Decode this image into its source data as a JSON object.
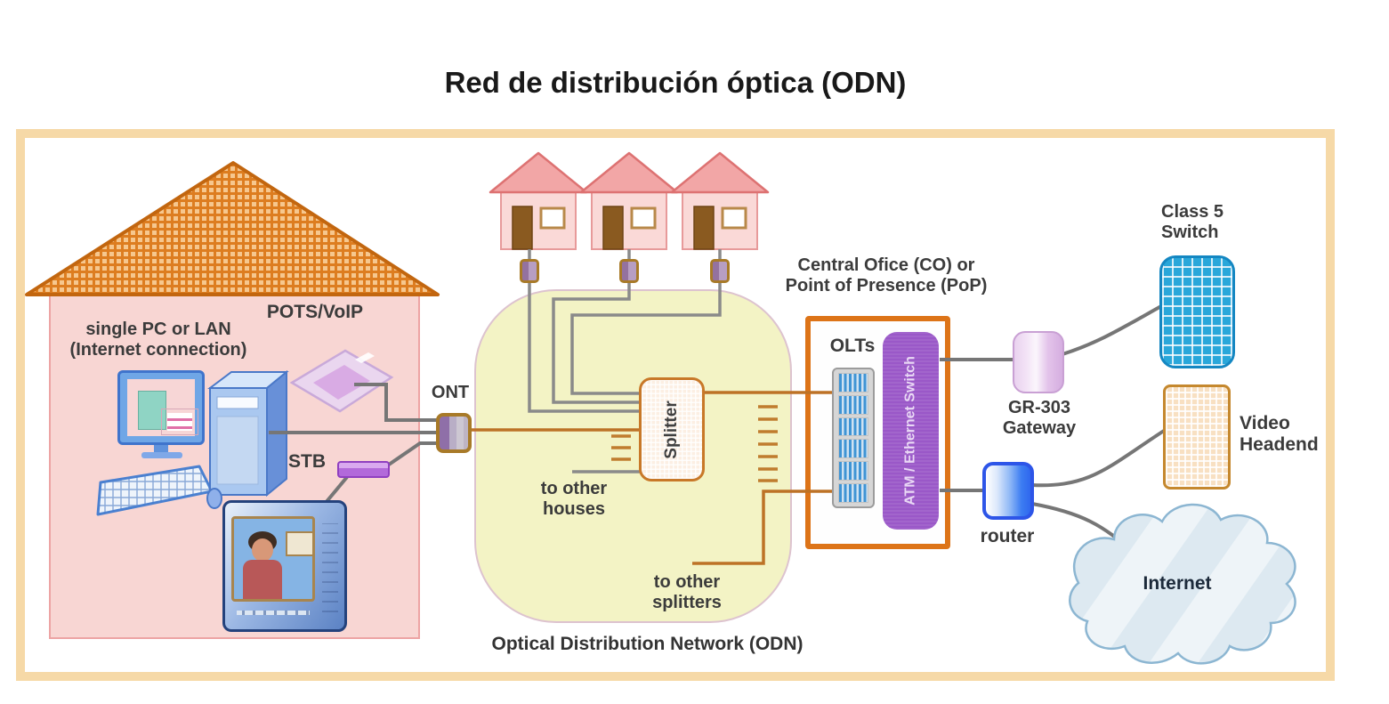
{
  "title": "Red de distribución óptica (ODN)",
  "home": {
    "pc_label": [
      "single PC or LAN",
      "(Internet connection)"
    ],
    "pots_label": "POTS/VoIP",
    "stb_label": "STB",
    "ont_label": "ONT"
  },
  "odn": {
    "caption": "Optical Distribution Network (ODN)",
    "splitter_label": "Splitter",
    "to_other_houses": [
      "to other",
      "houses"
    ],
    "to_other_splitters": [
      "to other",
      "splitters"
    ]
  },
  "central_office": {
    "heading": [
      "Central Ofice (CO) or",
      "Point of Presence (PoP)"
    ],
    "olts_label": "OLTs",
    "switch_label": [
      "ATM / Ethernet",
      "Switch"
    ]
  },
  "pstn": {
    "class5_label": [
      "Class 5",
      "Switch"
    ],
    "gr303_label": [
      "GR-303",
      "Gateway"
    ]
  },
  "internet_side": {
    "router_label": "router",
    "video_headend_label": [
      "Video",
      "Headend"
    ],
    "internet_label": "Internet"
  },
  "colors": {
    "frame_border": "#f6d9a7",
    "roof_orange": "#dd7d20",
    "house_pink": "#f8d6d3",
    "odn_yellow": "#f3f3c5",
    "co_border": "#dd7418",
    "switch_purple": "#9a58c8",
    "class5_blue": "#29a7da",
    "router_blue": "#2d55e8",
    "wire_gray": "#767676",
    "wire_orange": "#bd7226"
  }
}
